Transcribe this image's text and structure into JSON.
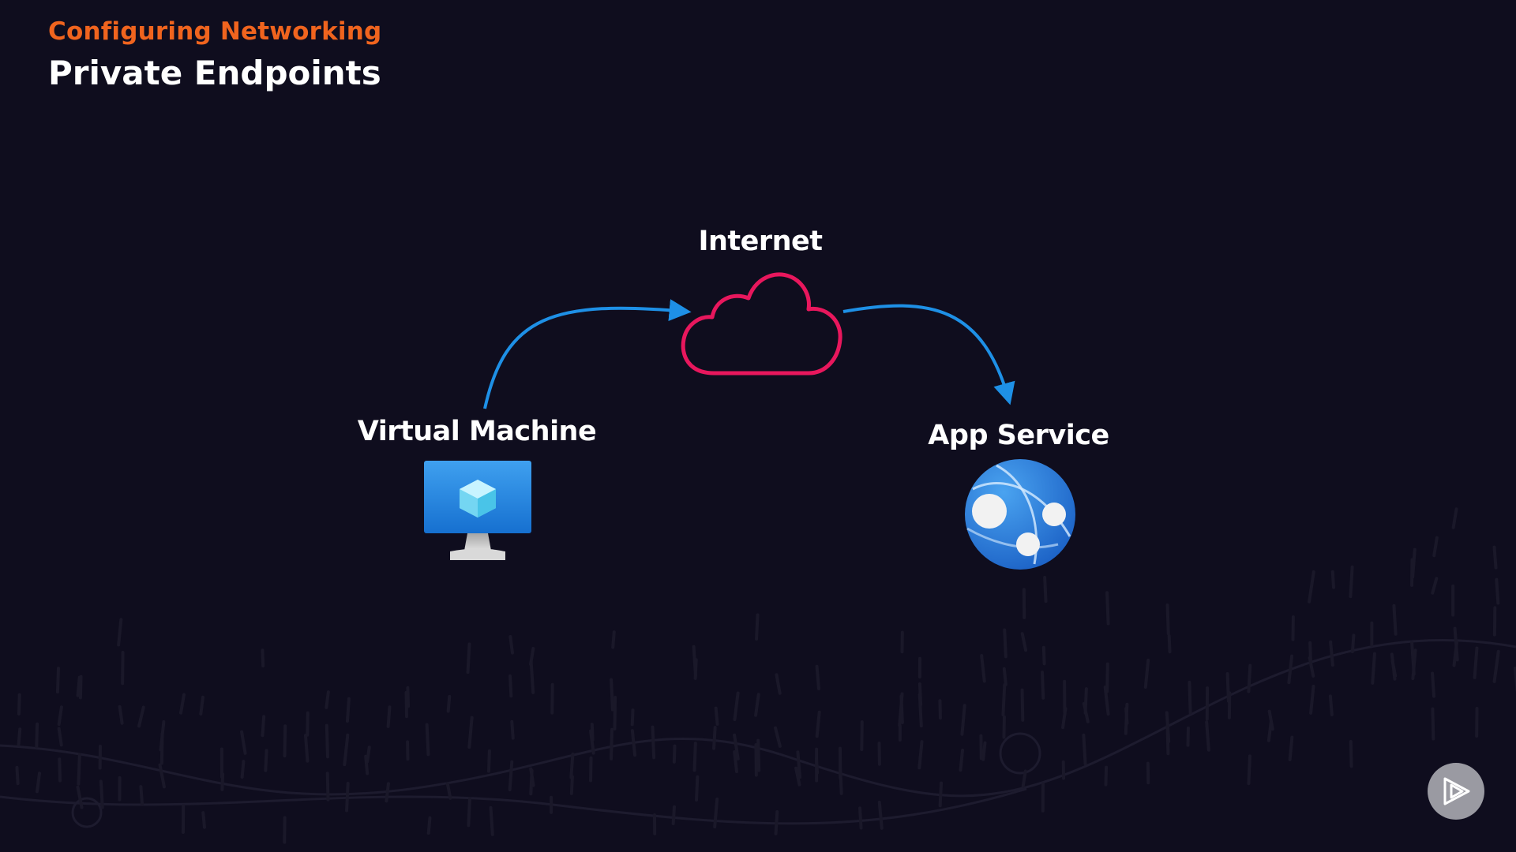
{
  "header": {
    "eyebrow": "Configuring Networking",
    "title": "Private Endpoints"
  },
  "diagram": {
    "nodes": [
      {
        "id": "internet",
        "label": "Internet",
        "icon": "cloud-icon"
      },
      {
        "id": "vm",
        "label": "Virtual Machine",
        "icon": "virtual-machine-icon"
      },
      {
        "id": "app",
        "label": "App Service",
        "icon": "app-service-icon"
      }
    ],
    "edges": [
      {
        "from": "vm",
        "to": "internet"
      },
      {
        "from": "internet",
        "to": "app"
      }
    ]
  },
  "colors": {
    "background": "#0f0d1e",
    "accent_orange": "#f0641e",
    "cloud_pink": "#e8175d",
    "arrow_blue": "#1e90e6",
    "azure_blue": "#2b7fd9"
  },
  "controls": {
    "play_icon": "play-icon"
  }
}
